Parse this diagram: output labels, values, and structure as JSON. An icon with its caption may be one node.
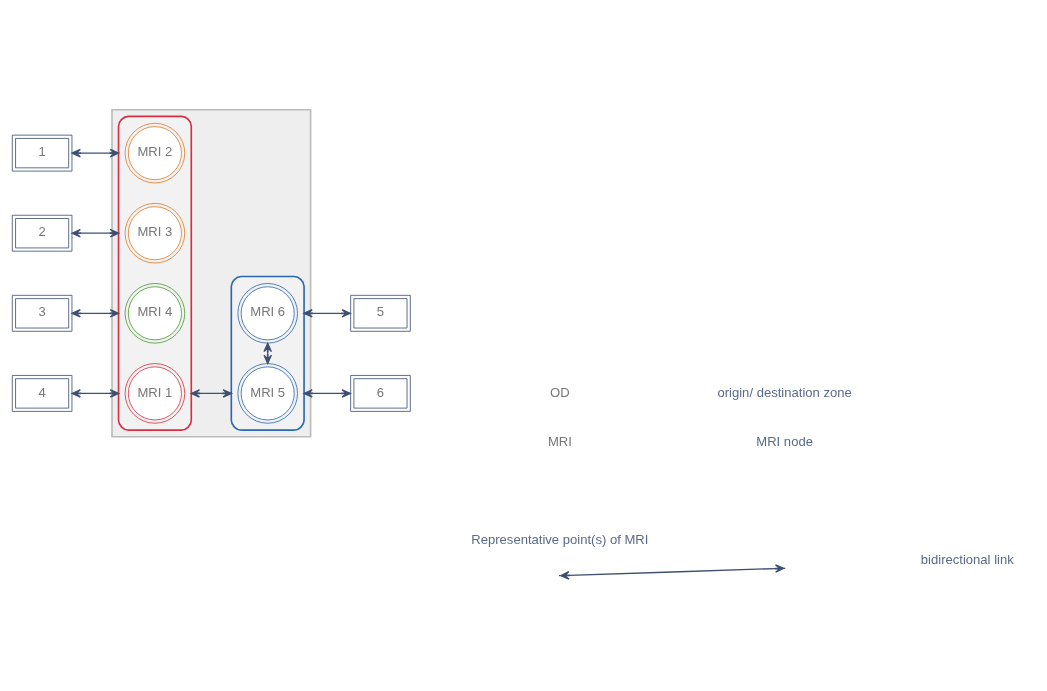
{
  "diagram": {
    "nodes": [
      {
        "text": [],
        "shape": "trapezoid"
      },
      {
        "text": [],
        "shape": "box",
        "in": 0
      },
      {
        "text": [
          "MRI 1"
        ],
        "in": 1
      },
      {
        "text": [
          "MRI 2"
        ],
        "in": 1
      },
      {
        "text": [
          "MRI 3"
        ],
        "in": 1
      },
      {
        "text": [
          "MRI 4"
        ],
        "in": 1
      },
      {
        "text": [],
        "shape": "box",
        "in": 0
      },
      {
        "text": [
          "MRI 5"
        ],
        "in": 6
      },
      {
        "text": [
          "MRI 6"
        ],
        "in": 6
      },
      {
        "text": [
          "1"
        ]
      },
      {
        "text": [
          "2"
        ]
      },
      {
        "text": [
          "3"
        ]
      },
      {
        "text": [
          "4"
        ]
      },
      {
        "text": [
          "5"
        ]
      },
      {
        "text": [
          "6"
        ]
      }
    ],
    "edges": [
      {
        "from": 1,
        "to": 6,
        "arrow": "both"
      },
      {
        "from": 7,
        "to": 8,
        "arrow": "both"
      },
      {
        "from": 9,
        "to": 1,
        "arrow": "both"
      },
      {
        "from": 10,
        "to": 1,
        "arrow": "both"
      },
      {
        "from": 11,
        "to": 1,
        "arrow": "both"
      },
      {
        "from": 12,
        "to": 1,
        "arrow": "both"
      },
      {
        "from": 6,
        "to": 13,
        "arrow": "both"
      },
      {
        "from": 6,
        "to": 14,
        "arrow": "both"
      }
    ],
    "labels": [
      "OD",
      "MRI"
    ],
    "legend": [
      {
        "text": "origin/ destination zone"
      },
      {
        "text": "MRI node"
      },
      {
        "text": "Representative point(s) of MRI"
      },
      {
        "text": "bidirectional link"
      }
    ]
  }
}
